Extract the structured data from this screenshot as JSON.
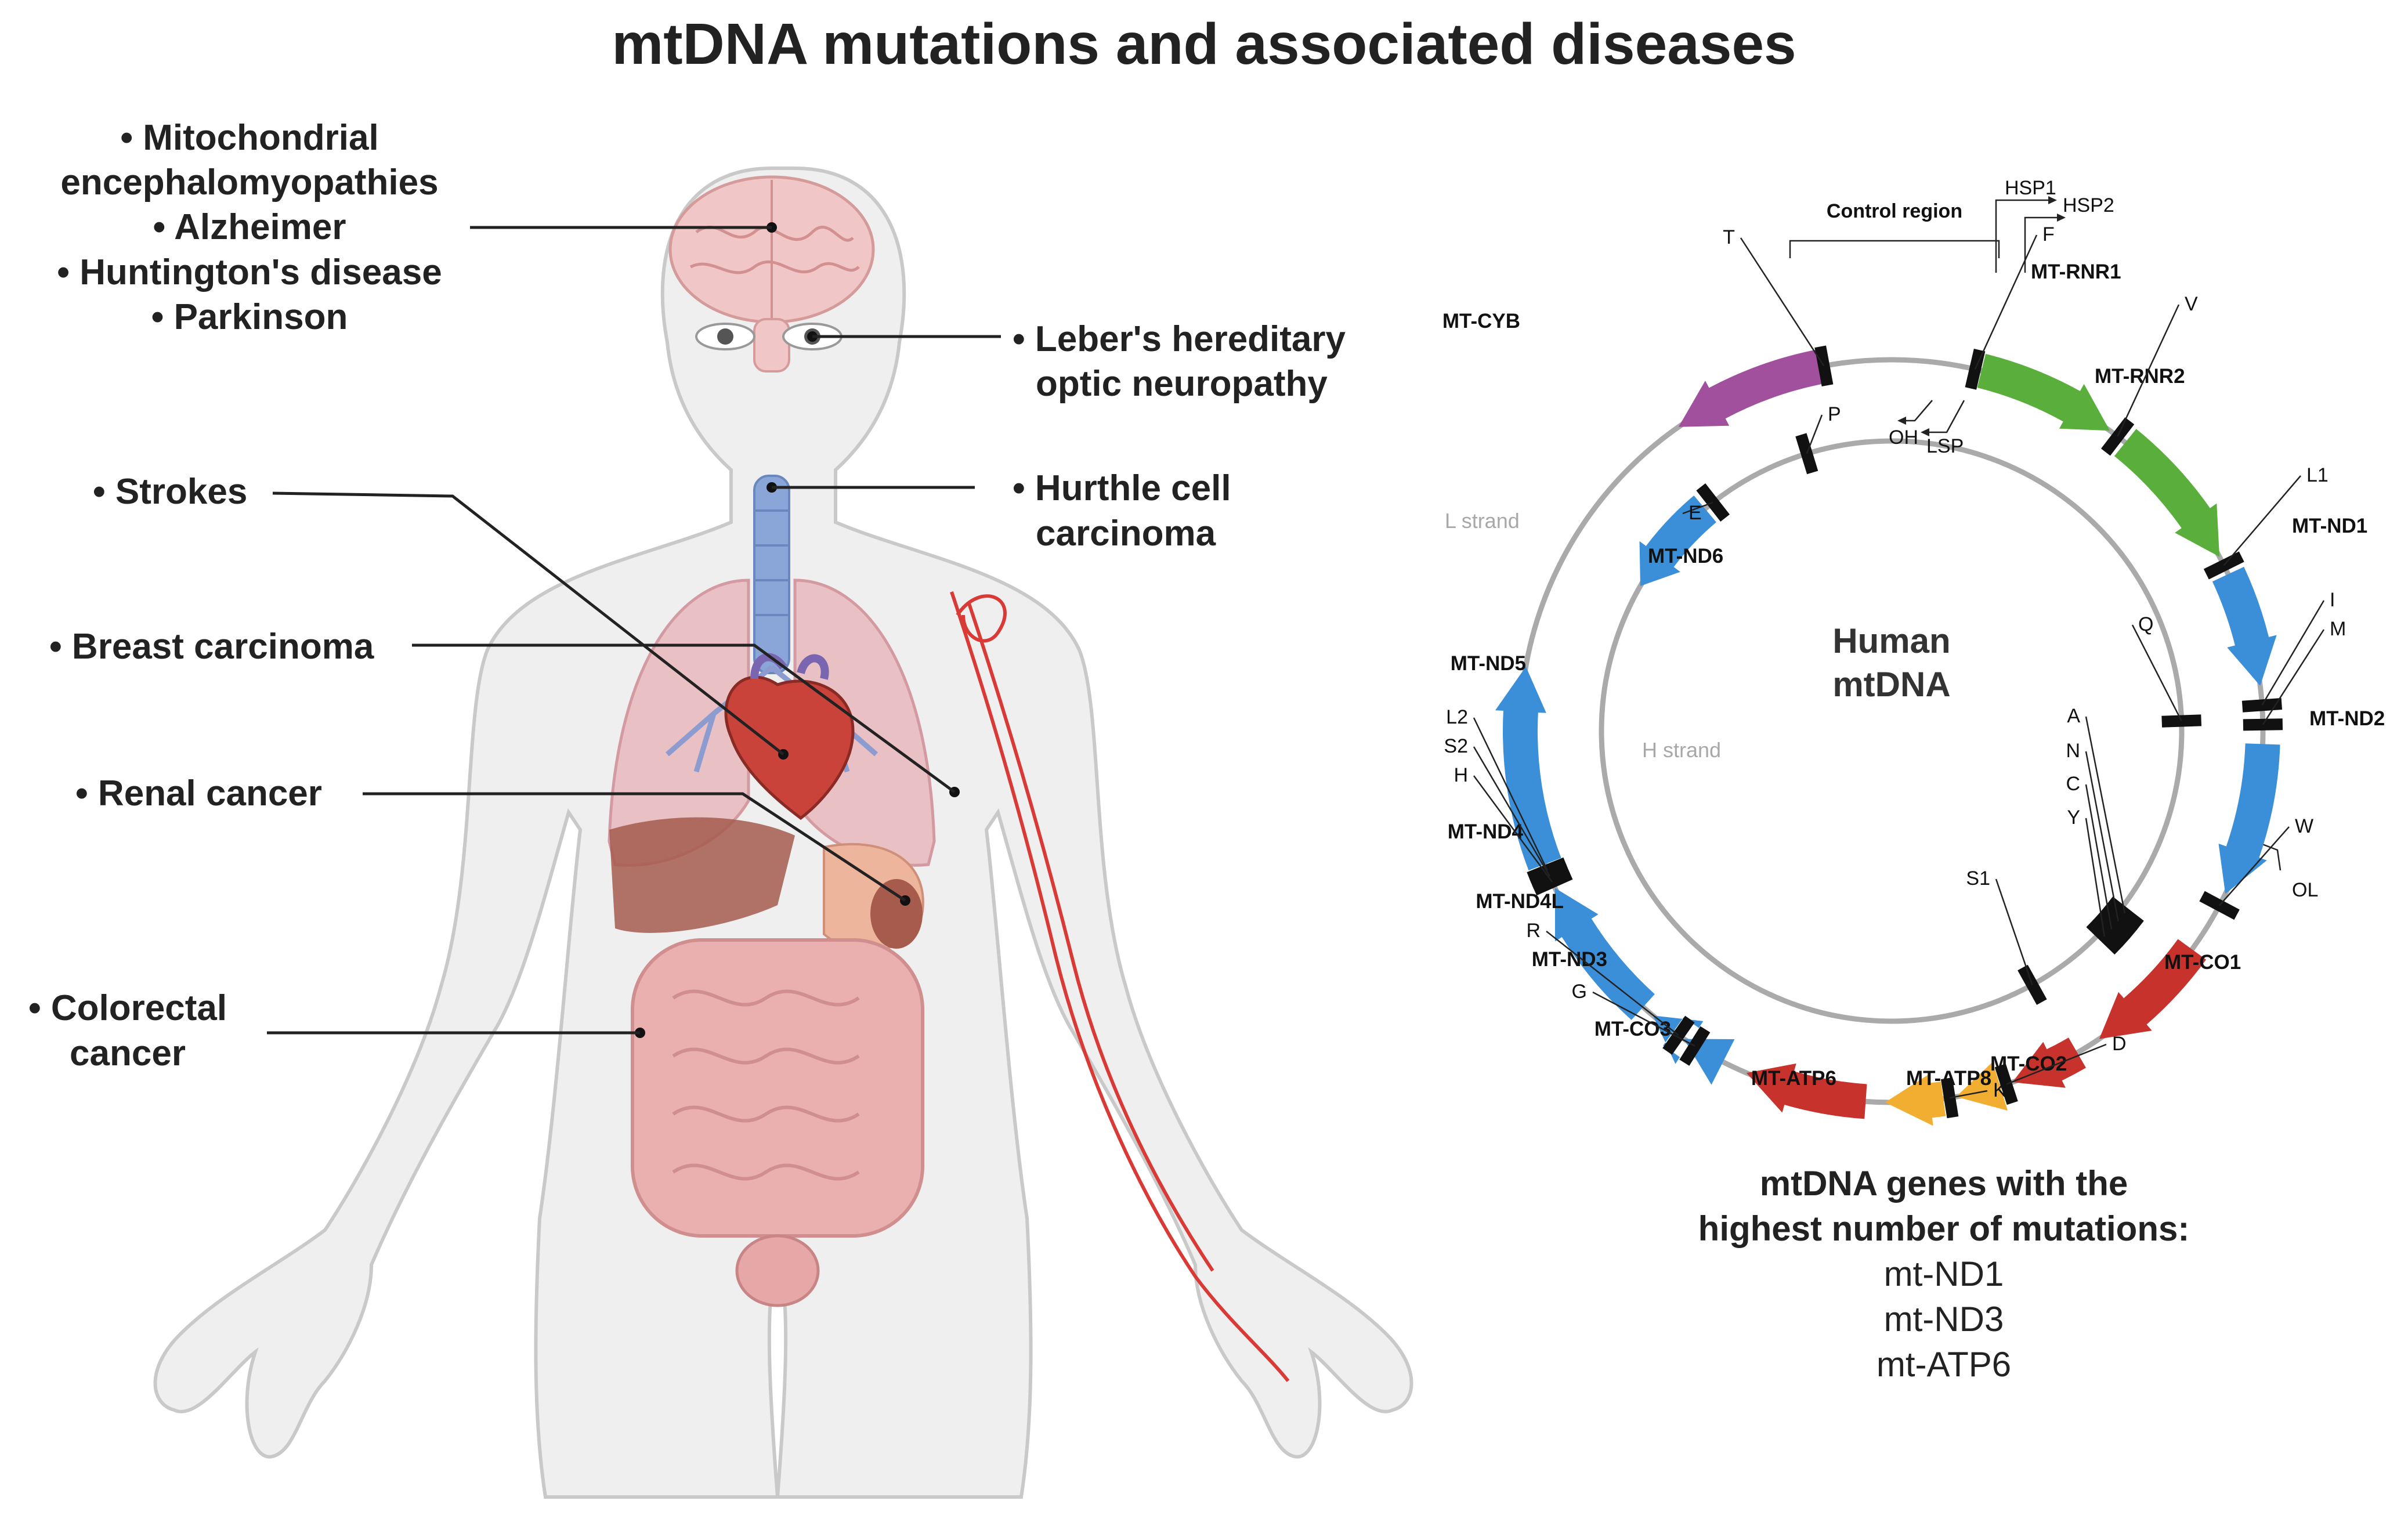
{
  "title": "mtDNA mutations and associated diseases",
  "diseases": {
    "neuro": [
      "• Mitochondrial",
      "encephalomyopathies",
      "• Alzheimer",
      "• Huntington's disease",
      "• Parkinson"
    ],
    "lhon": [
      "• Leber's hereditary",
      "optic neuropathy"
    ],
    "strokes": [
      "• Strokes"
    ],
    "hurthle": [
      "• Hurthle cell",
      "carcinoma"
    ],
    "breast": [
      "• Breast carcinoma"
    ],
    "renal": [
      "• Renal cancer"
    ],
    "colorectal": [
      "• Colorectal",
      "cancer"
    ]
  },
  "mtdna": {
    "center_label": [
      "Human",
      "mtDNA"
    ],
    "l_strand": "L strand",
    "h_strand": "H strand",
    "control_region": "Control region",
    "promoters": [
      "HSP1",
      "HSP2",
      "LSP"
    ],
    "origins": [
      "OH",
      "OL"
    ],
    "colors": {
      "rrna": "#5aaf3c",
      "complex_I": "#3b8fd9",
      "complex_III": "#a0509c",
      "complex_IV": "#c8322d",
      "complex_V": "#f2ae30",
      "trna": "#111111",
      "circle": "#aaaaaa"
    },
    "genes": [
      {
        "label": "MT-RNR1",
        "complex": "rrna"
      },
      {
        "label": "MT-RNR2",
        "complex": "rrna"
      },
      {
        "label": "MT-ND1",
        "complex": "complex_I"
      },
      {
        "label": "MT-ND2",
        "complex": "complex_I"
      },
      {
        "label": "MT-CO1",
        "complex": "complex_IV"
      },
      {
        "label": "MT-CO2",
        "complex": "complex_IV"
      },
      {
        "label": "MT-ATP8",
        "complex": "complex_V"
      },
      {
        "label": "MT-ATP6",
        "complex": "complex_V"
      },
      {
        "label": "MT-CO3",
        "complex": "complex_IV"
      },
      {
        "label": "MT-ND3",
        "complex": "complex_I"
      },
      {
        "label": "MT-ND4L",
        "complex": "complex_I"
      },
      {
        "label": "MT-ND4",
        "complex": "complex_I"
      },
      {
        "label": "MT-ND5",
        "complex": "complex_I"
      },
      {
        "label": "MT-ND6",
        "complex": "complex_I"
      },
      {
        "label": "MT-CYB",
        "complex": "complex_III"
      }
    ],
    "trnas": [
      "F",
      "V",
      "L1",
      "I",
      "M",
      "Q",
      "W",
      "A",
      "N",
      "C",
      "Y",
      "S1",
      "D",
      "K",
      "G",
      "R",
      "H",
      "S2",
      "L2",
      "E",
      "T",
      "P"
    ]
  },
  "summary": {
    "heading": [
      "mtDNA genes with the",
      "highest number of mutations:"
    ],
    "items": [
      "mt-ND1",
      "mt-ND3",
      "mt-ATP6"
    ]
  }
}
